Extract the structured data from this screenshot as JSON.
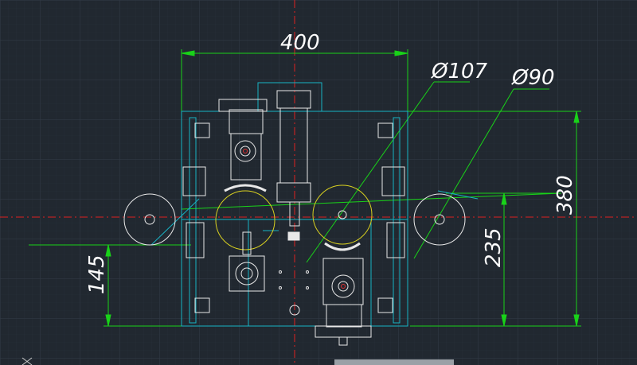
{
  "drawing": {
    "dims": {
      "overall_width": "400",
      "dia_large": "Ø107",
      "dia_small": "Ø90",
      "height_total": "380",
      "height_mid": "235",
      "height_low": "145"
    },
    "status_strip_text": "",
    "colors": {
      "background": "#212830",
      "grid": "#2d3540",
      "dimension": "#19d219",
      "frame": "#17b3c4",
      "part": "#ffffff",
      "yellow": "#d8d020",
      "center": "#e02020",
      "part_red": "#e03030"
    }
  }
}
